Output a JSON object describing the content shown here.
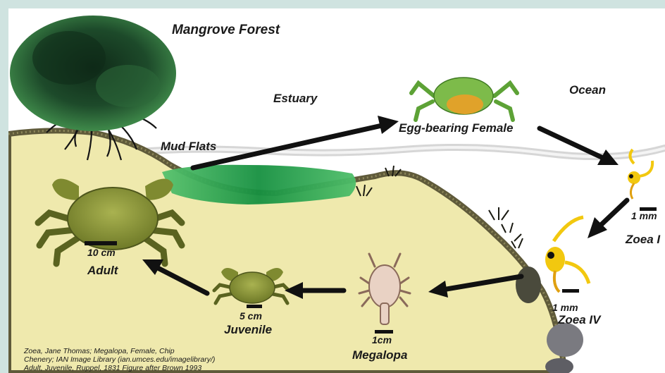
{
  "habitats": {
    "mangrove": "Mangrove Forest",
    "estuary": "Estuary",
    "ocean": "Ocean",
    "mud_flats": "Mud Flats"
  },
  "stages": {
    "egg_female": "Egg-bearing Female",
    "zoea_i": "Zoea I",
    "zoea_i_scale": "1 mm",
    "zoea_iv": "Zoea IV",
    "zoea_iv_scale": "1 mm",
    "megalopa": "Megalopa",
    "megalopa_scale": "1cm",
    "juvenile": "Juvenile",
    "juvenile_scale": "5 cm",
    "adult": "Adult",
    "adult_scale": "10 cm"
  },
  "credits": [
    "Zoea, Jane Thomas; Megalopa, Female, Chip",
    "Chenery; IAN Image Library (ian.umces.edu/imagelibrary/)",
    "Adult, Juvenile, Ruppel, 1831 Figure after Brown 1993"
  ],
  "colors": {
    "background": "#cfe3e0",
    "sand": "#efe9ad",
    "mud_edge": "#5f5a3a",
    "seagrass": "#1f9a4a",
    "mangrove": "#1d4a2a",
    "crab_green": "#8f9a3c",
    "larva_yellow": "#f2c80f",
    "megalopa_pink": "#e9d2c4",
    "arrow": "#111111"
  }
}
